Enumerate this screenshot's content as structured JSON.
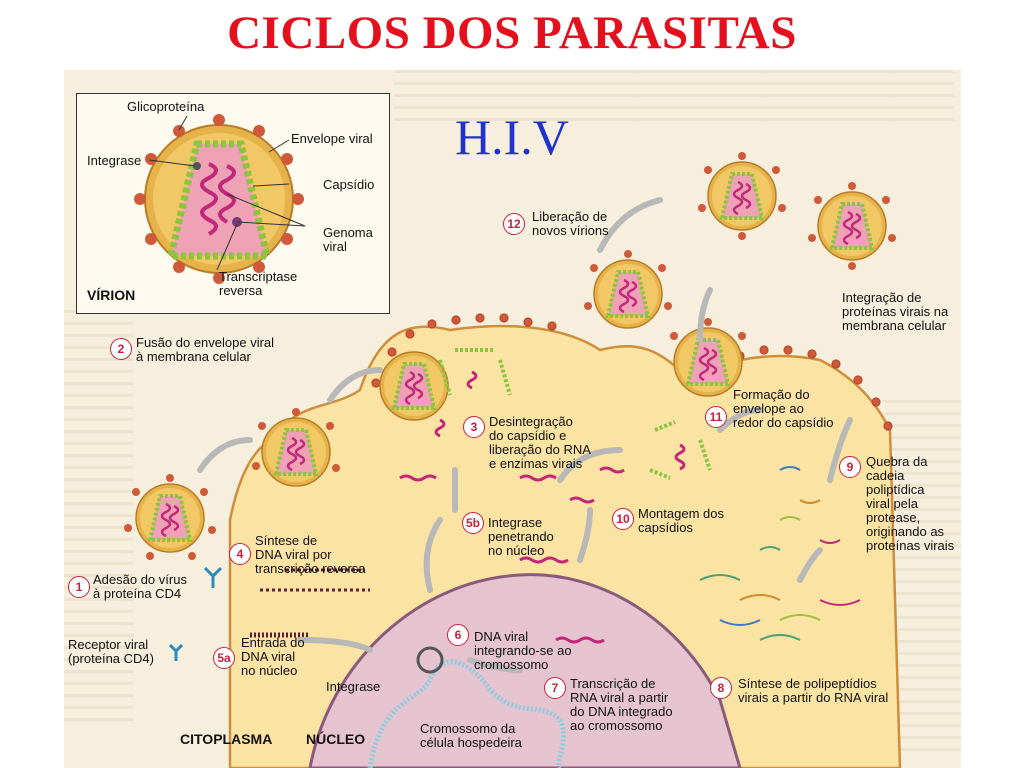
{
  "header": {
    "title": "CICLOS DOS PARASITAS",
    "subtitle": "H.I.V"
  },
  "inset": {
    "caption": "VÍRION",
    "labels": {
      "glycoprotein": "Glicoproteína",
      "envelope": "Envelope viral",
      "integrase": "Integrase",
      "capsid": "Capsídio",
      "genome": "Genoma\nviral",
      "rt": "Transcriptase\nreversa"
    }
  },
  "steps": [
    {
      "n": "1",
      "label": "Adesão do vírus\nà proteína CD4"
    },
    {
      "n": "2",
      "label": "Fusão do envelope viral\nà membrana celular"
    },
    {
      "n": "3",
      "label": "Desintegração\ndo capsídio e\nliberação do RNA\ne enzimas virais"
    },
    {
      "n": "4",
      "label": "Síntese de\nDNA viral por\ntranscrição reversa"
    },
    {
      "n": "5a",
      "label": "Entrada do\nDNA viral\nno núcleo"
    },
    {
      "n": "5b",
      "label": "Integrase\npenetrando\nno núcleo"
    },
    {
      "n": "6",
      "label": "DNA viral\nintegrando-se ao\ncromossomo"
    },
    {
      "n": "7",
      "label": "Transcrição de\nRNA viral a partir\ndo DNA integrado\nao cromossomo"
    },
    {
      "n": "8",
      "label": "Síntese de polipeptídios\nvirais a partir do RNA viral"
    },
    {
      "n": "9",
      "label": "Quebra da\ncadeia\npoliptídica\nviral pela\nprotease,\noriginando as\nproteínas virais"
    },
    {
      "n": "10",
      "label": "Montagem dos\ncapsídios"
    },
    {
      "n": "11",
      "label": "Formação do\nenvelope ao\nredor do capsídio"
    },
    {
      "n": "12",
      "label": "Liberação de\nnovos vírions"
    }
  ],
  "other_labels": {
    "receptor": "Receptor viral\n(proteína CD4)",
    "integrase": "Integrase",
    "host_chromosome": "Cromossomo da\ncélula hospedeira",
    "integration": "Integração de\nproteínas virais na\nmembrana celular",
    "cytoplasm": "CITOPLASMA",
    "nucleus": "NÚCLEO"
  },
  "colors": {
    "title": "#e5101e",
    "subtitle": "#2233cc",
    "step_number": "#c8203a",
    "virion_core": "#e6b34a",
    "capsid": "#8cc43f",
    "spike": "#cf5a3a",
    "rna": "#c2287a",
    "host_dna": "#8fcbe0",
    "cytoplasm": "#fbe3a4",
    "nucleus": "#e5c4d0"
  }
}
